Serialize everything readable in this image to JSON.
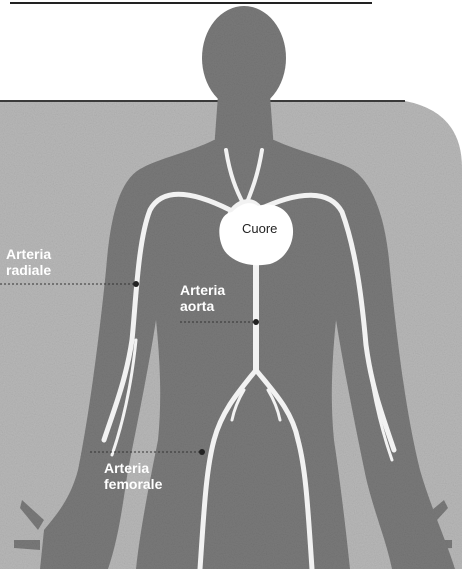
{
  "labels": {
    "cuore": "Cuore",
    "radiale": {
      "line1": "Arteria",
      "line2": "radiale"
    },
    "aorta": {
      "line1": "Arteria",
      "line2": "aorta"
    },
    "femorale": {
      "line1": "Arteria",
      "line2": "femorale"
    }
  },
  "colors": {
    "background_panel": "#b9b9b9",
    "body": "#7a7a7a",
    "artery": "#f2f2f2",
    "heart": "#ffffff",
    "leader_line": "#333333"
  }
}
